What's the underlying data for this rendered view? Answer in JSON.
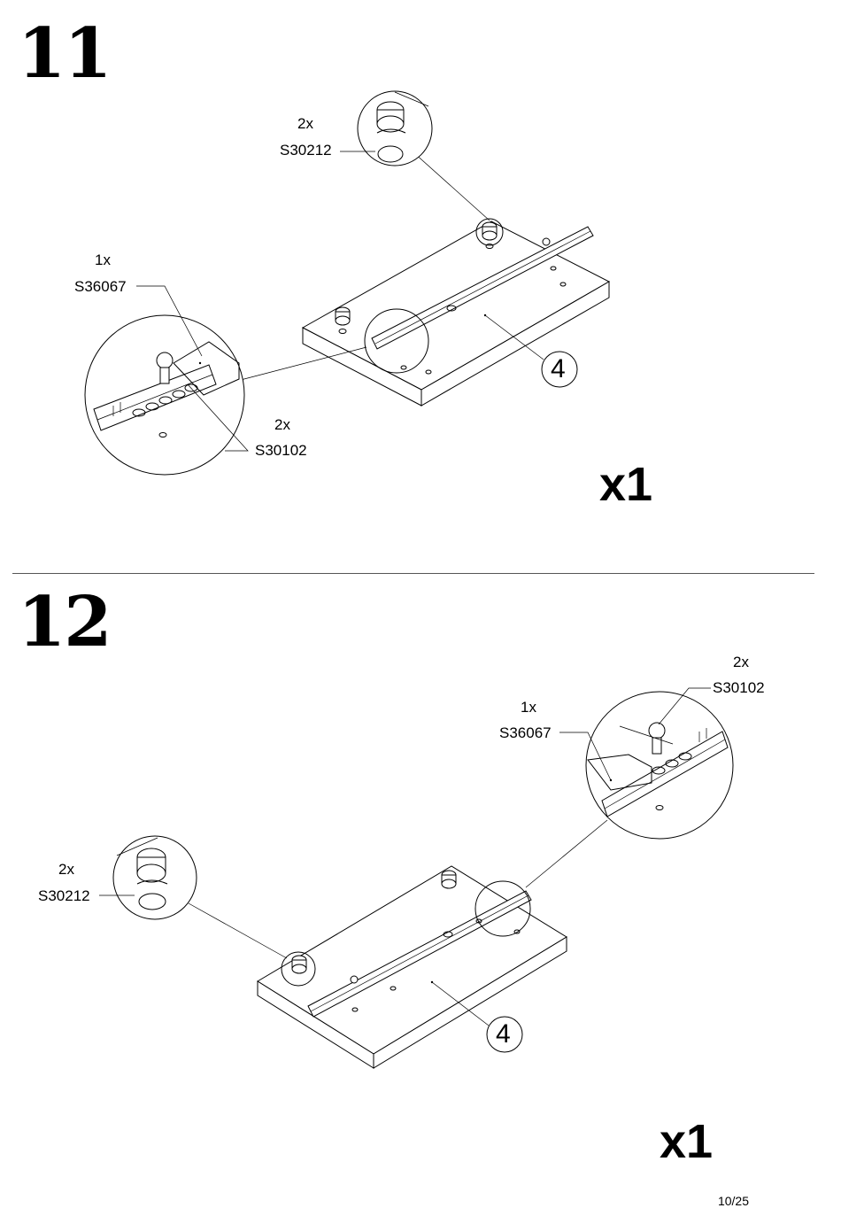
{
  "step11": {
    "number": "11",
    "quantity": "x1",
    "callout_part": "4",
    "parts": [
      {
        "qty": "2x",
        "code": "S30212"
      },
      {
        "qty": "1x",
        "code": "S36067"
      },
      {
        "qty": "2x",
        "code": "S30102"
      }
    ]
  },
  "step12": {
    "number": "12",
    "quantity": "x1",
    "callout_part": "4",
    "parts": [
      {
        "qty": "2x",
        "code": "S30102"
      },
      {
        "qty": "1x",
        "code": "S36067"
      },
      {
        "qty": "2x",
        "code": "S30212"
      }
    ]
  },
  "page": {
    "number": "10/25"
  }
}
